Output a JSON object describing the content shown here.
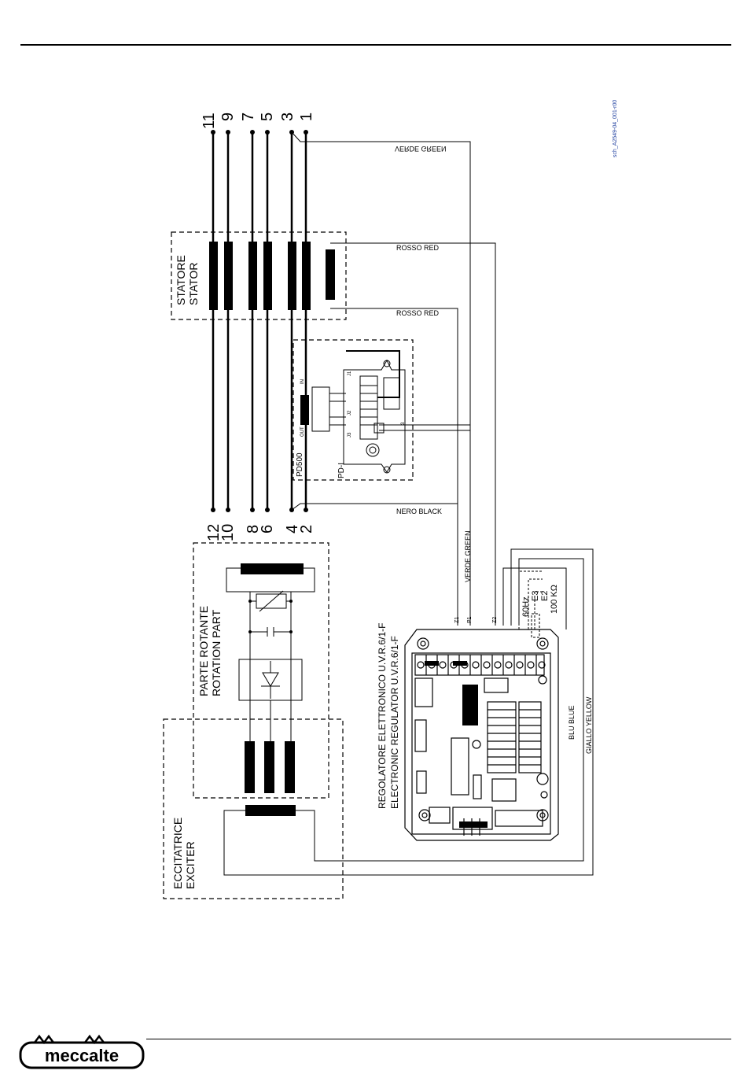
{
  "drawing_code": "sch_A2549-04_001-r00",
  "stator": {
    "title_it": "STATORE",
    "title_en": "STATOR"
  },
  "rotating_part": {
    "title_it": "PARTE ROTANTE",
    "title_en": "ROTATION PART"
  },
  "exciter": {
    "title_it": "ECCITATRICE",
    "title_en": "EXCITER"
  },
  "regulator": {
    "title_it": "REGOLATORE ELETTRONICO U.V.R.6/1-F",
    "title_en": "ELECTRONIC REGULATOR U.V.R.6/1-F"
  },
  "pd500": {
    "name": "PD500",
    "sub": "PD-I",
    "in": "IN",
    "out": "OUT",
    "j1": "J1",
    "j2": "J2",
    "j3": "J3",
    "pin3": "3"
  },
  "terminals_top": [
    "11",
    "9",
    "7",
    "5",
    "3",
    "1"
  ],
  "terminals_bottom": [
    "12",
    "10",
    "8",
    "6",
    "4",
    "2"
  ],
  "wires": {
    "verde_green_top": "VERDE GREEN",
    "rosso_red_1": "ROSSO RED",
    "rosso_red_2": "ROSSO RED",
    "nero_black": "NERO BLACK",
    "verde_green": "VERDE GREEN",
    "blu_blue": "BLU BLUE",
    "giallo_yellow": "GIALLO YELLOW"
  },
  "regulator_pins": {
    "z1": "Z1",
    "p1": "P1",
    "z2": "Z2"
  },
  "options": {
    "hz": "60Hz",
    "e3": "E3",
    "e2": "E2",
    "resistor": "100 KΩ"
  },
  "brand": "meccalte"
}
